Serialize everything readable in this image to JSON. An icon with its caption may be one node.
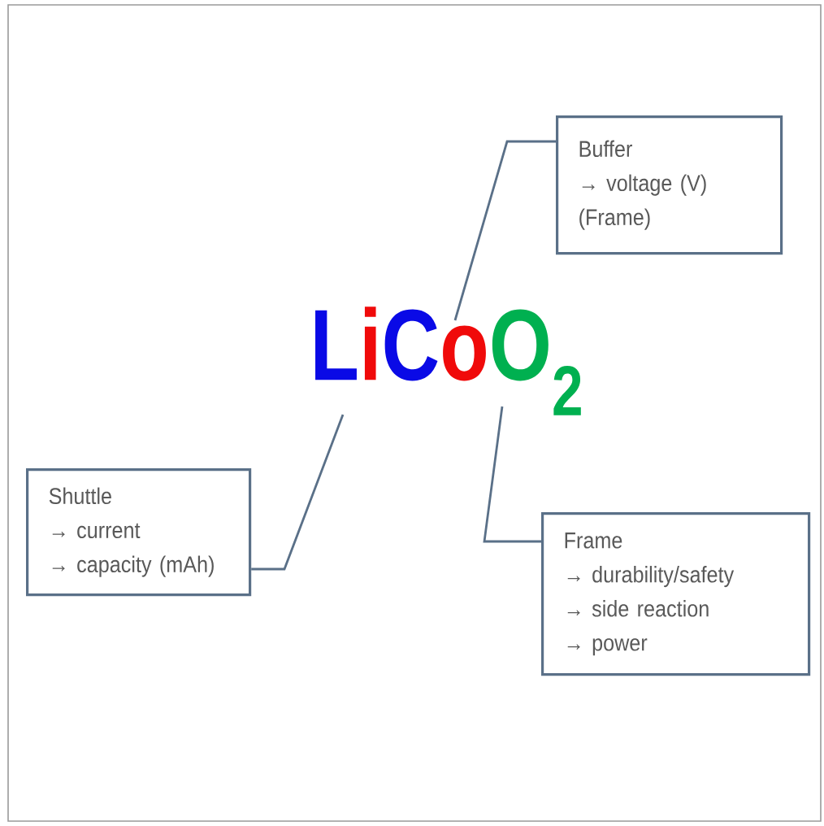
{
  "diagram": {
    "nodes": [
      {
        "text": [
          "LiCoO$_{2}$"
        ]
      },
      {
        "text": [
          "Shuttle",
          "→ current",
          "→ capacity (mAh)"
        ]
      },
      {
        "text": [
          "Buffer",
          "→ voltage (V)",
          "(Frame)"
        ]
      },
      {
        "text": [
          "Frame",
          "→ durability/safety",
          "→ side reaction",
          "→ power"
        ]
      }
    ],
    "edges": [
      {
        "from": 0,
        "to": 1,
        "arrow": "none"
      },
      {
        "from": 0,
        "to": 2,
        "arrow": "none"
      },
      {
        "from": 0,
        "to": 3,
        "arrow": "none"
      }
    ]
  }
}
